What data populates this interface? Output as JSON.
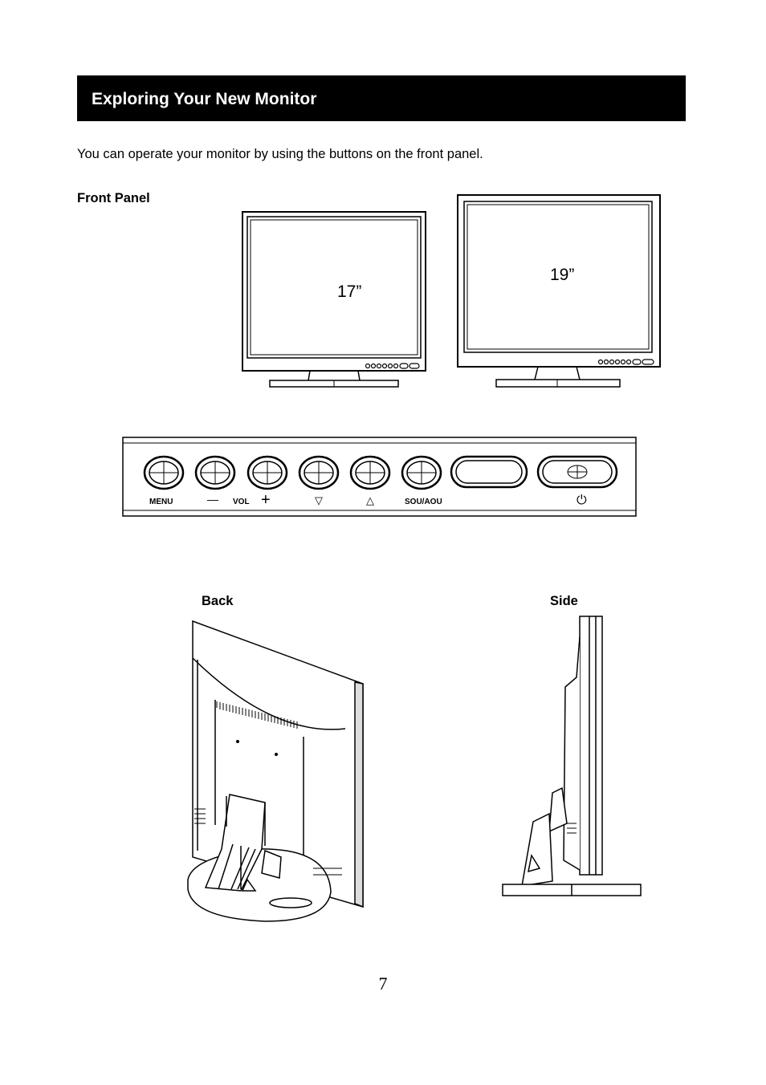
{
  "header": {
    "title": "Exploring Your New Monitor"
  },
  "intro": "You can operate your monitor by using the buttons on the front panel.",
  "front_panel": {
    "label": "Front Panel",
    "monitor_17_label": "17”",
    "monitor_19_label": "19”",
    "buttons": {
      "menu": "MENU",
      "minus": "—",
      "vol": "VOL",
      "plus": "+",
      "down": "▽",
      "up": "△",
      "source": "SOU/AOU",
      "power": "⏻"
    }
  },
  "back_label": "Back",
  "side_label": "Side",
  "page_number": "7"
}
